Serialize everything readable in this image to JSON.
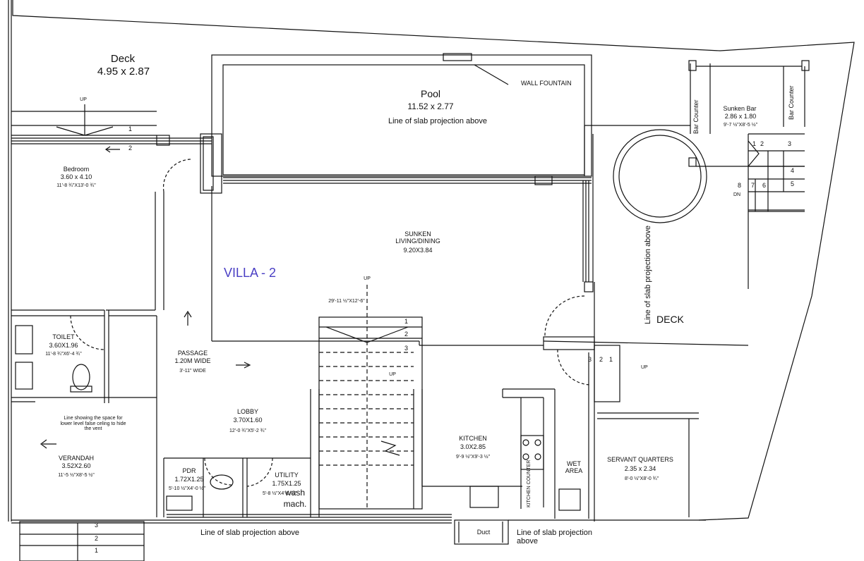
{
  "plan": {
    "title": "VILLA - 2",
    "title_color": "#4a3fc4",
    "rooms": {
      "deck_top": {
        "name": "Deck",
        "dims": "4.95 x 2.87"
      },
      "pool": {
        "name": "Pool",
        "dims": "11.52 x 2.77",
        "note": "Line of slab projection above"
      },
      "wall_fountain": "WALL FOUNTAIN",
      "bar_counter": "Bar Counter",
      "sunken_bar": {
        "name": "Sunken Bar",
        "dims": "2.86 x 1.80",
        "imperial": "9'-7 ½\"X8'-5 ½\""
      },
      "bedroom": {
        "name": "Bedroom",
        "dims": "3.60 x 4.10",
        "imperial": "11'-8 ¾\"X13'-0 ¾\""
      },
      "sunken_living": {
        "name": "SUNKEN\nLIVING/DINING",
        "dims": "9.20X3.84"
      },
      "toilet": {
        "name": "TOILET",
        "dims": "3.60X1.96",
        "imperial": "11'-8 ¾\"X6'-4 ¾\""
      },
      "passage": {
        "name": "PASSAGE",
        "dims": "1.20M WIDE",
        "imperial": "3'-11\" WIDE"
      },
      "lobby": {
        "name": "LOBBY",
        "dims": "3.70X1.60",
        "imperial": "12'-0 ¾\"X5'-2 ¾\""
      },
      "verandah": {
        "name": "VERANDAH",
        "dims": "3.52X2.60",
        "imperial": "11'-5 ½\"X8'-5 ½\""
      },
      "pdr": {
        "name": "PDR",
        "dims": "1.72X1.25",
        "imperial": "5'-10 ½\"X4'-0 ½\""
      },
      "utility": {
        "name": "UTILITY",
        "dims": "1.75X1.25",
        "imperial": "5'-8 ½\"X4'-0 ½\"",
        "machine": "wash\nmach."
      },
      "kitchen": {
        "name": "KITCHEN",
        "dims": "3.0X2.85",
        "imperial": "9'-9 ½\"X9'-3 ½\"",
        "counter": "KITCHEN COUNTER"
      },
      "wet_area": {
        "name": "WET\nAREA"
      },
      "servant": {
        "name": "SERVANT QUARTERS",
        "dims": "2.35 x 2.34",
        "imperial": "8'-0 ½\"X8'-0 ¾\""
      },
      "deck_right": {
        "name": "DECK"
      },
      "duct": "Duct"
    },
    "notes": {
      "slab_vertical": "Line of slab projection above",
      "slab_bottom_left": "Line of slab projection above",
      "slab_bottom_right": "Line of slab projection above",
      "false_ceiling": "Line showing the space for\nlower level false celing to hide\nthe vent",
      "stair_dim": "29'-11 ½\"X12'-6\""
    },
    "marks": {
      "up": "UP",
      "dn": "DN",
      "n1": "1",
      "n2": "2",
      "n3": "3",
      "n4": "4",
      "n5": "5",
      "n6": "6",
      "n7": "7",
      "n8": "8"
    },
    "colors": {
      "line": "#111111",
      "background": "#ffffff"
    }
  }
}
